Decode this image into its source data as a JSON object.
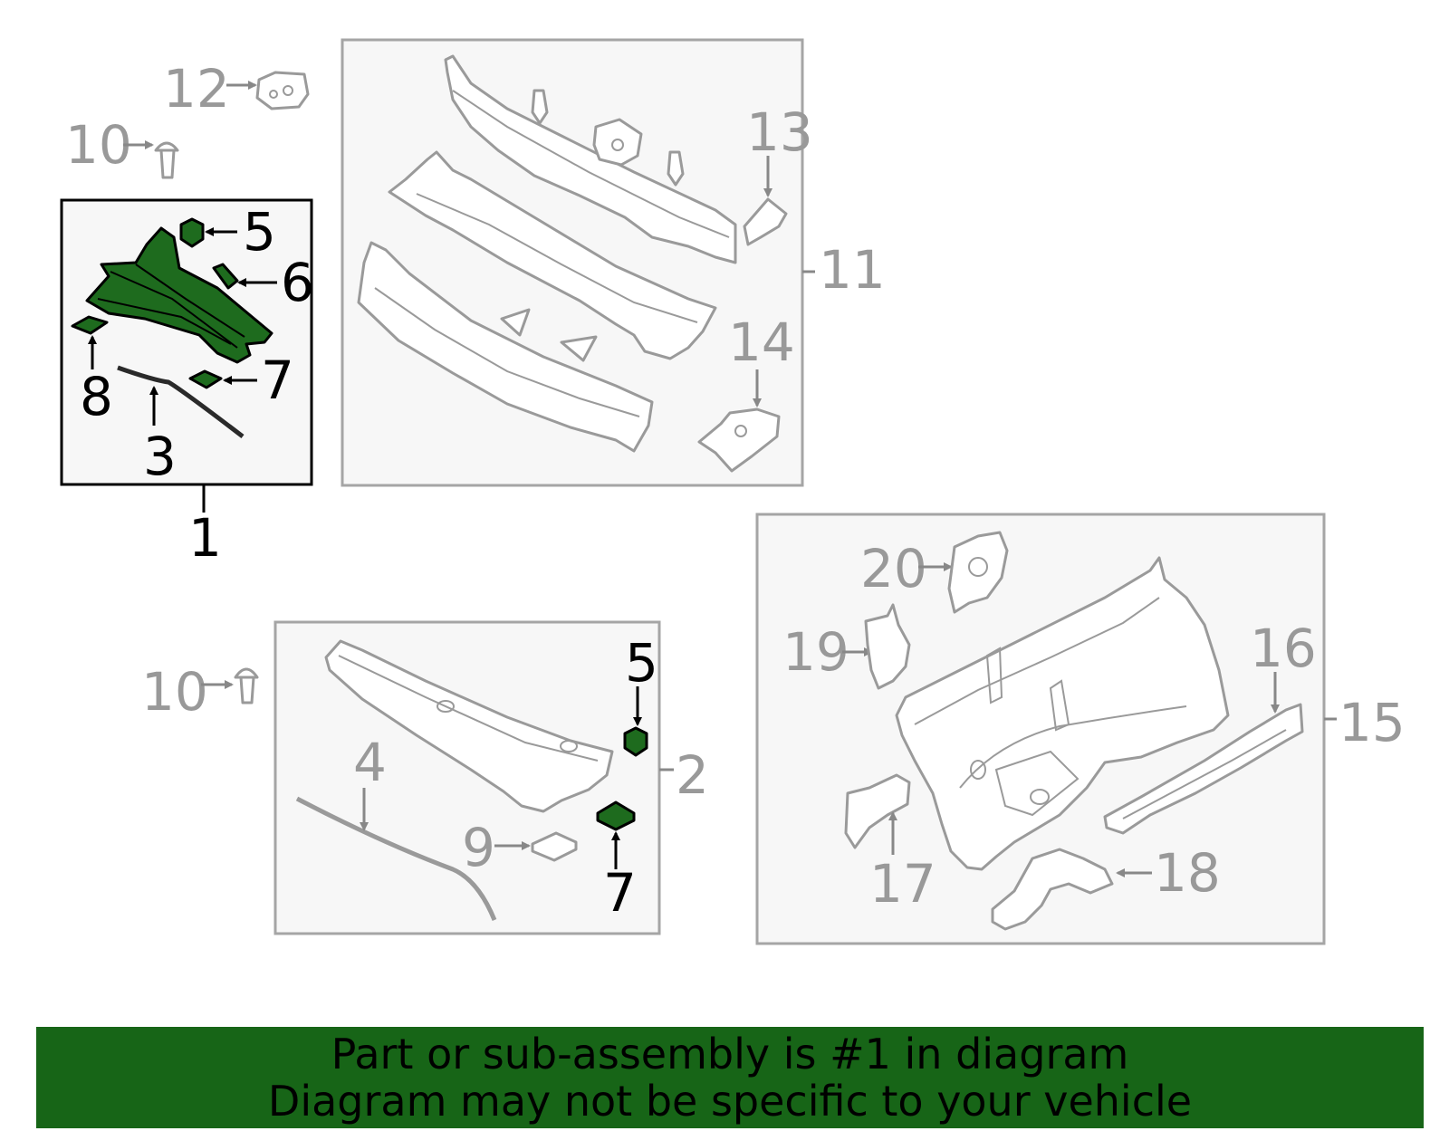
{
  "callouts": {
    "c1": "1",
    "c2": "2",
    "c3": "3",
    "c4": "4",
    "c5a": "5",
    "c5b": "5",
    "c6": "6",
    "c7a": "7",
    "c7b": "7",
    "c8": "8",
    "c9": "9",
    "c10a": "10",
    "c10b": "10",
    "c11": "11",
    "c12": "12",
    "c13": "13",
    "c14": "14",
    "c15": "15",
    "c16": "16",
    "c17": "17",
    "c18": "18",
    "c19": "19",
    "c20": "20"
  },
  "banner": {
    "line1": "Part or sub-assembly is #1 in diagram",
    "line2": "Diagram may not be specific to your vehicle"
  },
  "colors": {
    "highlight": "#1e6b1e",
    "banner": "#176517",
    "part_line": "#9a9a9a"
  }
}
